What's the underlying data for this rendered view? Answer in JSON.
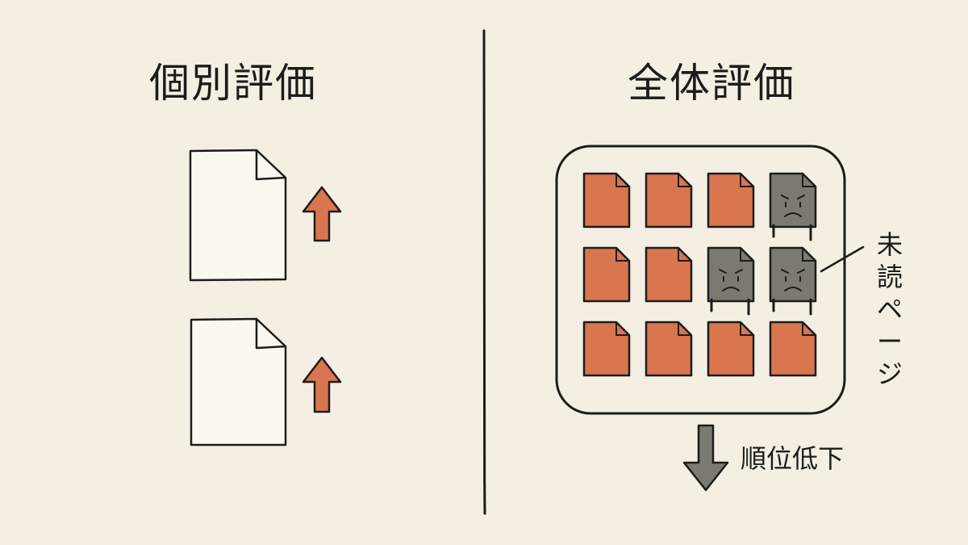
{
  "left_panel": {
    "title": "個別評価",
    "documents": [
      {
        "state": "plain",
        "arrow": "up"
      },
      {
        "state": "plain",
        "arrow": "up"
      }
    ]
  },
  "right_panel": {
    "title": "全体評価",
    "grid": [
      [
        "ok",
        "ok",
        "ok",
        "sad"
      ],
      [
        "ok",
        "ok",
        "sad",
        "sad"
      ],
      [
        "ok",
        "ok",
        "ok",
        "ok"
      ]
    ],
    "callout": {
      "chars": [
        "未",
        "読",
        "ペ",
        "ー",
        "ジ"
      ]
    },
    "result": {
      "label": "順位低下",
      "arrow": "down"
    }
  },
  "colors": {
    "background": "#f4efe2",
    "ink": "#1c1c1c",
    "page_ok": "#d9764f",
    "page_sad": "#7b7a70",
    "arrow_up": "#d9764f",
    "arrow_down": "#7b7a70"
  },
  "icons": [
    "document-icon",
    "up-arrow-icon",
    "down-arrow-icon",
    "sad-face-icon"
  ]
}
